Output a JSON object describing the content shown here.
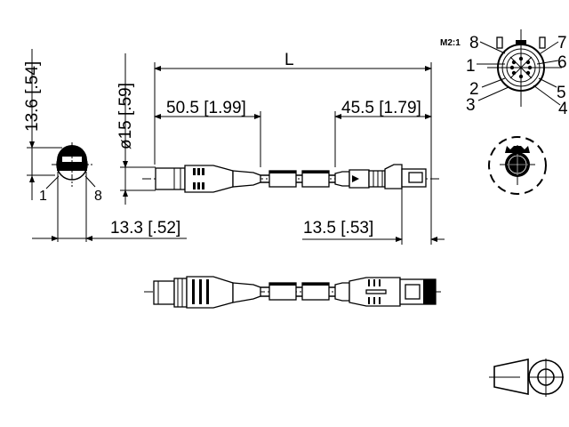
{
  "drawing": {
    "overall_length_label": "L",
    "scale_label": "M2:1",
    "dimensions": {
      "connector_height": "13.6 [.54]",
      "connector_diameter": "ø15 [.59]",
      "left_section_length": "50.5 [1.99]",
      "right_section_length": "45.5 [1.79]",
      "left_offset": "13.3 [.52]",
      "right_offset": "13.5 [.53]"
    },
    "side_view_pins": {
      "left_pin": "1",
      "right_pin": "8"
    },
    "face_view_pins": [
      "8",
      "7",
      "1",
      "6",
      "2",
      "5",
      "3",
      "4"
    ],
    "projection_symbol": "first-angle-projection"
  }
}
